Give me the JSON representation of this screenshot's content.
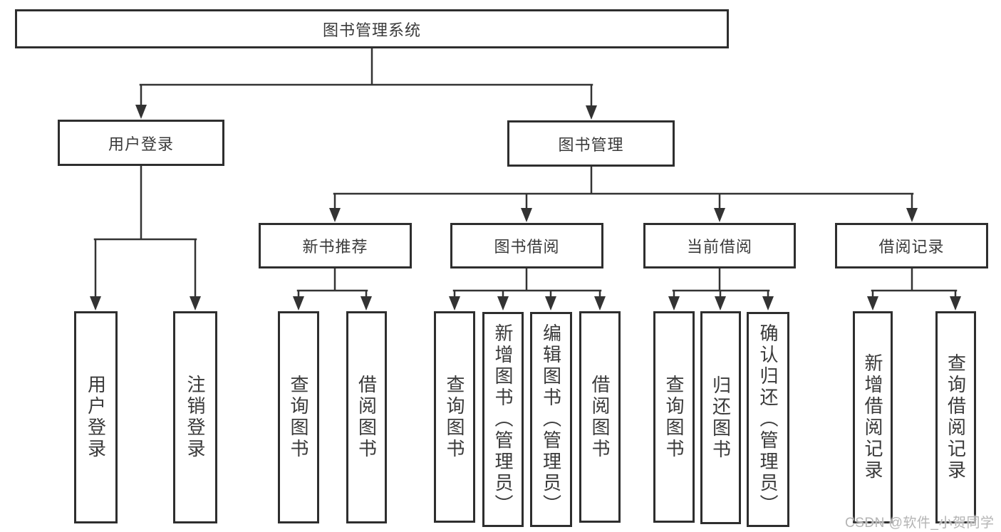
{
  "tree": {
    "root": {
      "label": "图书管理系统"
    },
    "branches": [
      {
        "label": "用户登录",
        "children": [
          {
            "label": "用户登录"
          },
          {
            "label": "注销登录"
          }
        ]
      },
      {
        "label": "图书管理",
        "children": [
          {
            "label": "新书推荐",
            "children": [
              {
                "label": "查询图书"
              },
              {
                "label": "借阅图书"
              }
            ]
          },
          {
            "label": "图书借阅",
            "children": [
              {
                "label": "查询图书"
              },
              {
                "label": "新增图书（管理员）"
              },
              {
                "label": "编辑图书（管理员）"
              },
              {
                "label": "借阅图书"
              }
            ]
          },
          {
            "label": "当前借阅",
            "children": [
              {
                "label": "查询图书"
              },
              {
                "label": "归还图书"
              },
              {
                "label": "确认归还（管理员）"
              }
            ]
          },
          {
            "label": "借阅记录",
            "children": [
              {
                "label": "新增借阅记录"
              },
              {
                "label": "查询借阅记录"
              }
            ]
          }
        ]
      }
    ]
  },
  "watermark": {
    "text": "CSDN @软件_小贺同学"
  },
  "colors": {
    "line": "#333333",
    "border": "#2e2e2e",
    "text": "#3a3a3a",
    "background": "#ffffff",
    "watermark": "#b4b4b4"
  }
}
